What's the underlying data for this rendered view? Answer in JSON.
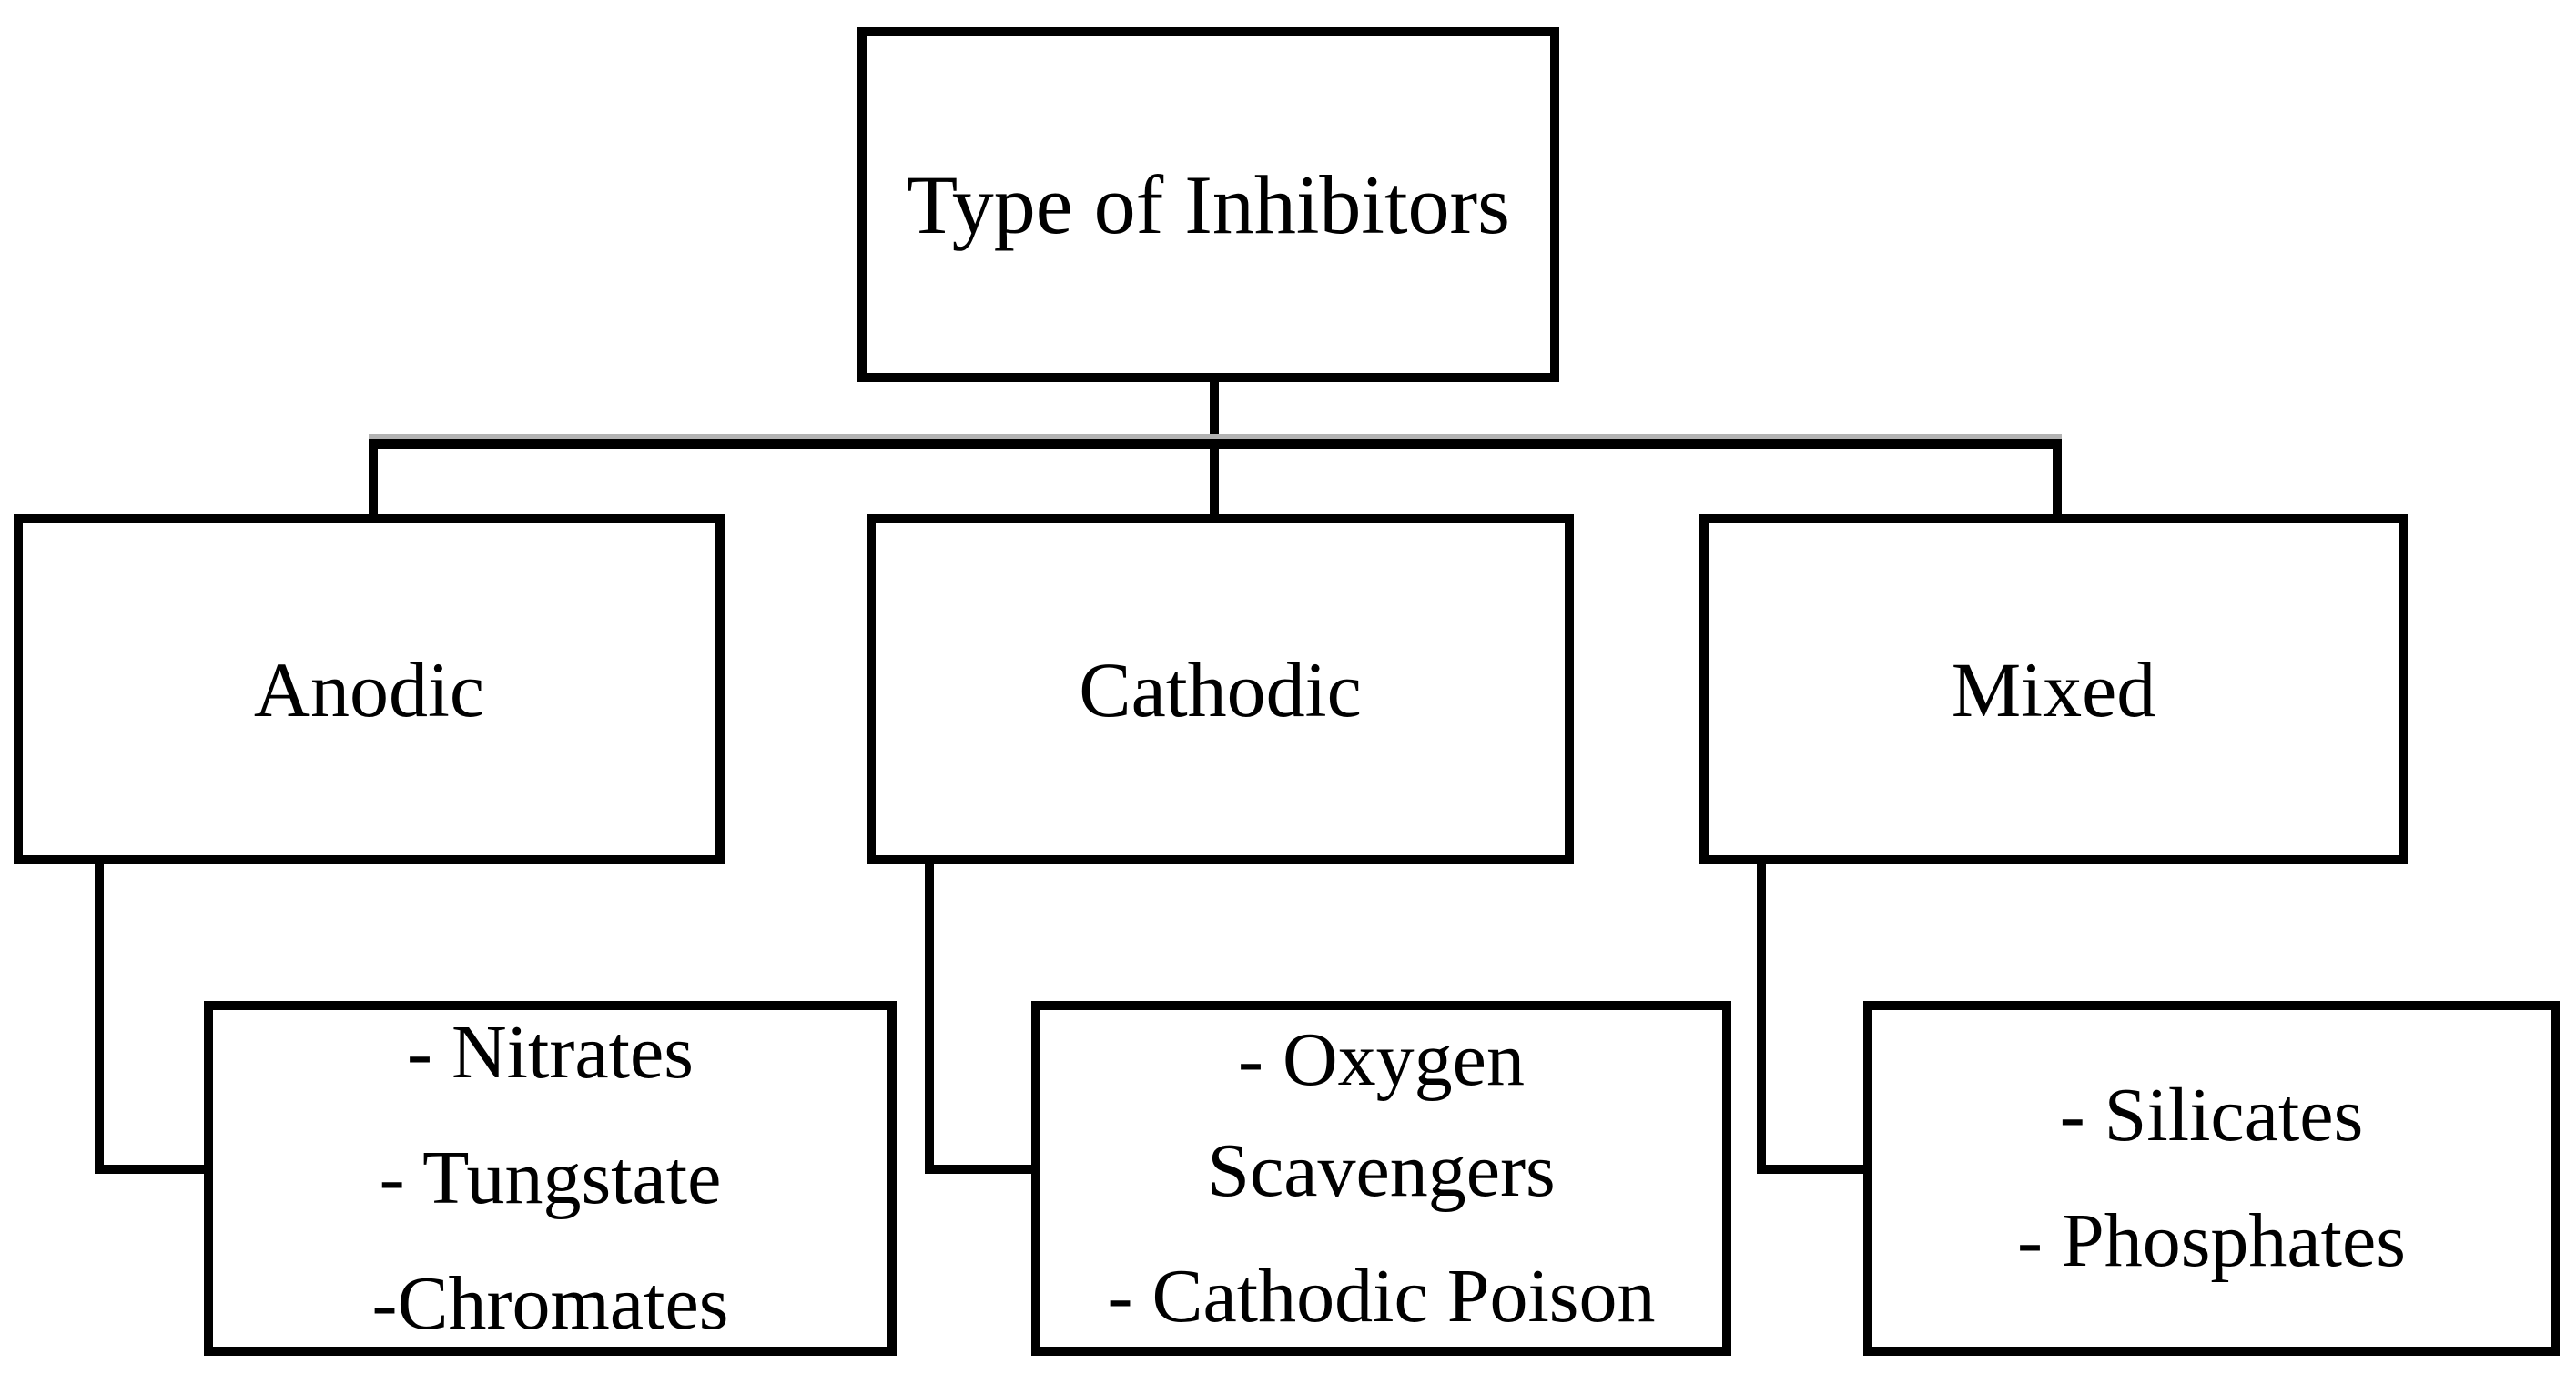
{
  "diagram": {
    "title": "Type of Inhibitors flowchart",
    "colors": {
      "line": "#000000",
      "background": "#ffffff",
      "text": "#000000",
      "crossbar_highlight": "#b3b3b3"
    },
    "root": {
      "label": "Type of Inhibitors"
    },
    "branches": [
      {
        "label": "Anodic",
        "items": [
          "- Nitrates",
          "- Tungstate",
          "-Chromates"
        ]
      },
      {
        "label": "Cathodic",
        "items": [
          "- Oxygen Scavengers",
          "- Cathodic Poison"
        ]
      },
      {
        "label": "Mixed",
        "items": [
          "- Silicates",
          "- Phosphates"
        ]
      }
    ]
  }
}
